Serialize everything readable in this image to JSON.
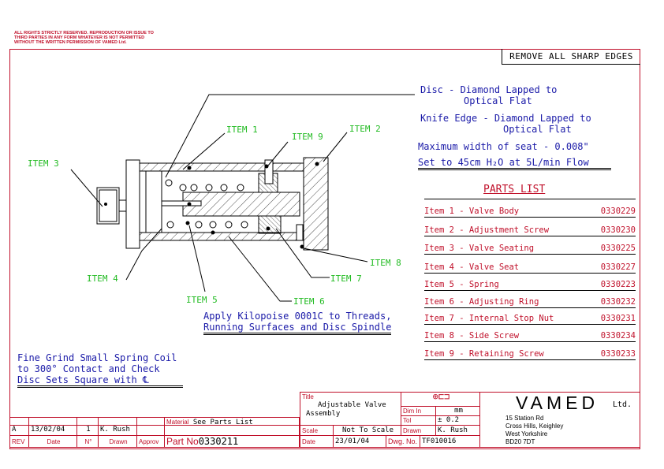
{
  "copyright": [
    "ALL RIGHTS STRICTLY RESERVED. REPRODUCTION OR ISSUE TO",
    "THIRD PARTIES IN ANY FORM WHATEVER IS NOT PERMITTED",
    "WITHOUT THE WRITTEN PERMISSION OF VAMED Ltd."
  ],
  "banner": "REMOVE ALL SHARP EDGES",
  "notes": {
    "disc": [
      "Disc - Diamond Lapped to",
      "Optical Flat"
    ],
    "knife": [
      "Knife Edge - Diamond Lapped to",
      "Optical Flat"
    ],
    "max_width": "Maximum width of seat - 0.008\"",
    "set_to": "Set to 45cm H₂O at 5L/min Flow",
    "apply": [
      "Apply Kilopoise 0001C to Threads,",
      "Running Surfaces and Disc Spindle"
    ],
    "grind": [
      "Fine Grind Small Spring Coil",
      "to 300° Contact and Check",
      "Disc Sets Square with ℄"
    ]
  },
  "parts_list": {
    "title": "PARTS LIST",
    "items": [
      {
        "label": "Item 1 - Valve Body",
        "number": "0330229"
      },
      {
        "label": "Item 2 - Adjustment Screw",
        "number": "0330230"
      },
      {
        "label": "Item 3 - Valve Seating",
        "number": "0330225"
      },
      {
        "label": "Item 4 - Valve Seat",
        "number": "0330227"
      },
      {
        "label": "Item 5 - Spring",
        "number": "0330223"
      },
      {
        "label": "Item 6 - Adjusting Ring",
        "number": "0330232"
      },
      {
        "label": "Item 7 - Internal Stop Nut",
        "number": "0330231"
      },
      {
        "label": "Item 8 - Side Screw",
        "number": "0330234"
      },
      {
        "label": "Item 9 - Retaining Screw",
        "number": "0330233"
      }
    ]
  },
  "callouts": {
    "item1": "ITEM 1",
    "item2": "ITEM 2",
    "item3": "ITEM 3",
    "item4": "ITEM 4",
    "item5": "ITEM 5",
    "item6": "ITEM 6",
    "item7": "ITEM 7",
    "item8": "ITEM 8",
    "item9": "ITEM 9"
  },
  "title_block": {
    "rev_headers": {
      "rev": "REV",
      "date": "Date",
      "no": "N°",
      "drawn": "Drawn",
      "approv": "Approv"
    },
    "rev_row": {
      "rev": "A",
      "date": "13/02/04",
      "no": "1",
      "drawn": "K. Rush"
    },
    "material_label": "Material",
    "material": "See Parts List",
    "part_no_label": "Part No",
    "part_no": "0330211",
    "title_label": "Title",
    "title": [
      "Adjustable Valve",
      "Assembly"
    ],
    "scale_label": "Scale",
    "scale": "Not To Scale",
    "date_label": "Date",
    "date": "23/01/04",
    "dwg_label": "Dwg. No.",
    "dwg_no": "TF010016",
    "dim_label": "Dim In",
    "dim": "mm",
    "tol_label": "Tol",
    "tol": "± 0.2",
    "drawn_label": "Drawn",
    "drawn": "K. Rush",
    "company": "VAMED",
    "company_suffix": "Ltd.",
    "address": [
      "15 Station Rd",
      "Cross Hills, Keighley",
      "West Yorkshire",
      "BD20 7DT"
    ]
  }
}
